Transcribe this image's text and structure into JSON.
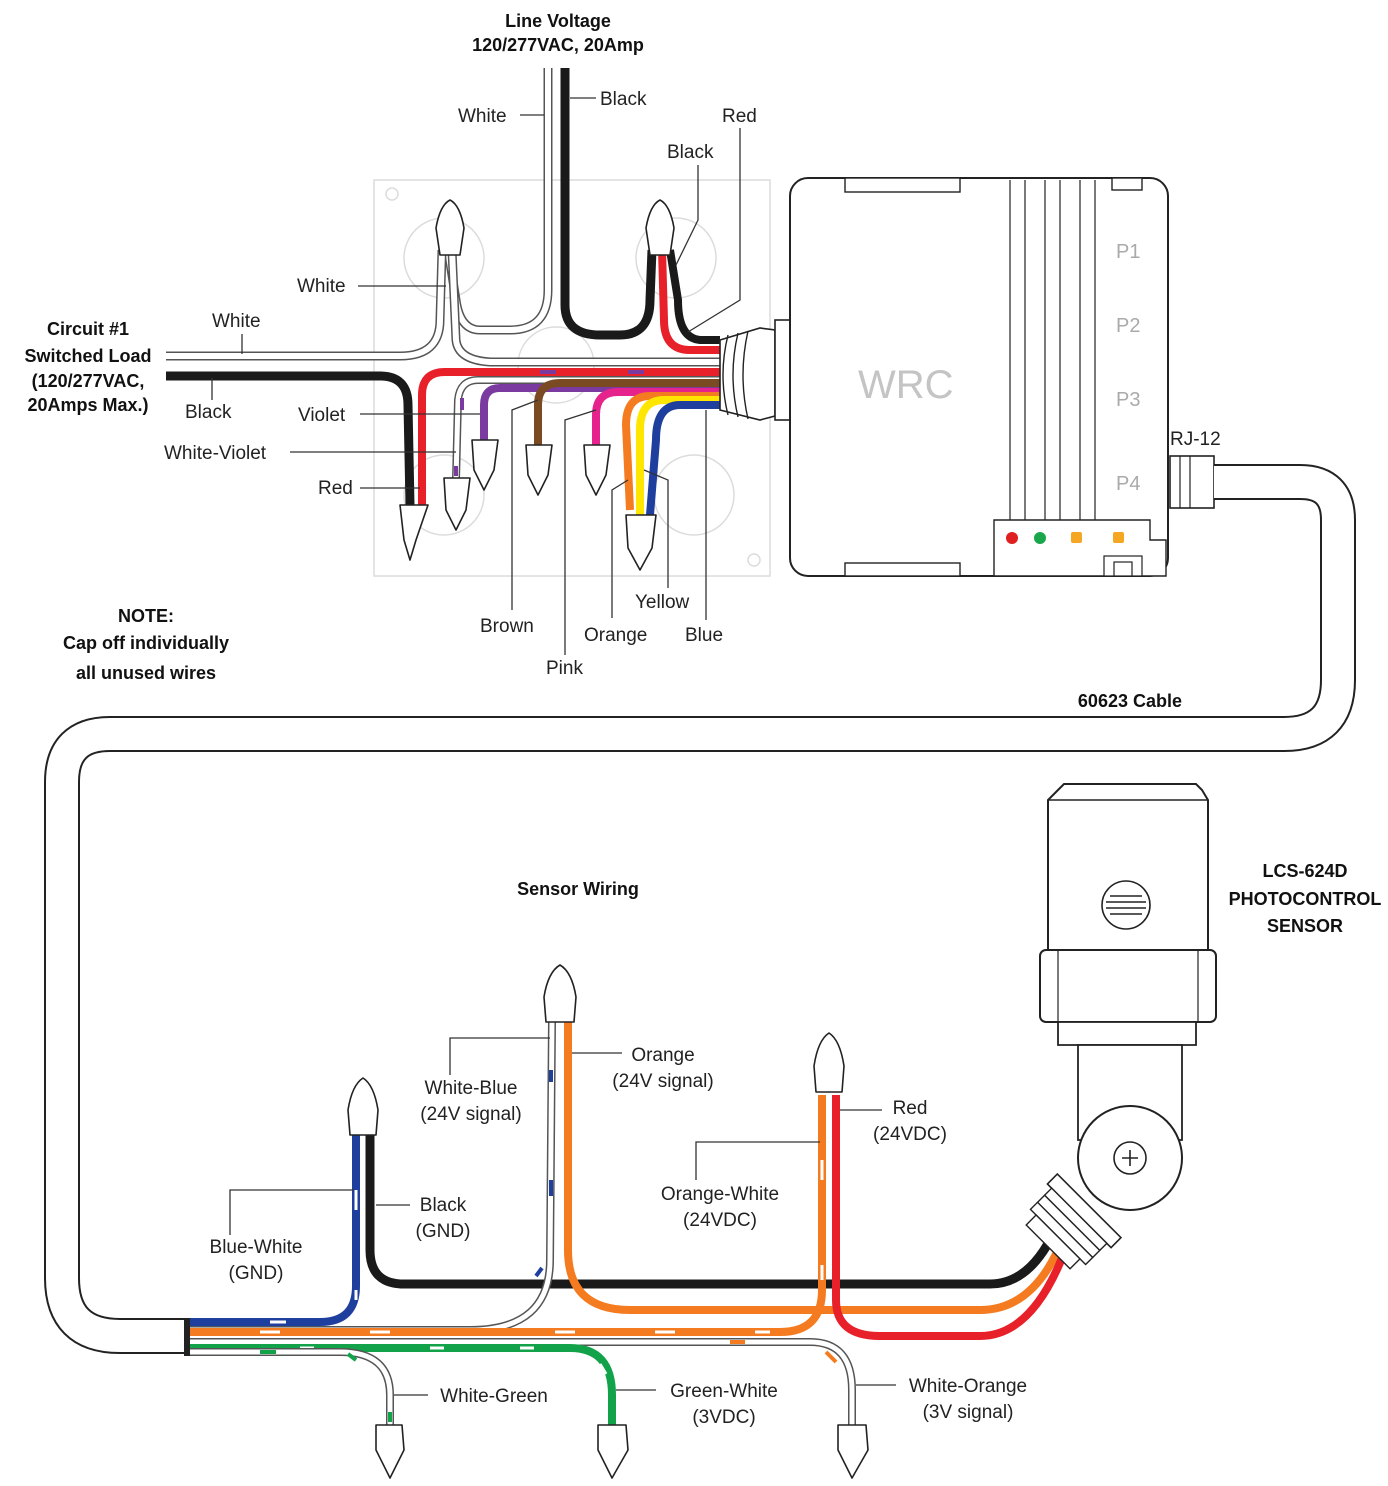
{
  "top": {
    "line_voltage_title": "Line Voltage",
    "line_voltage_spec": "120/277VAC, 20Amp"
  },
  "circuit": {
    "title": "Circuit #1",
    "line2": "Switched Load",
    "line3": "(120/277VAC,",
    "line4": "20Amps Max.)"
  },
  "note": {
    "title": "NOTE:",
    "line2": "Cap off individually",
    "line3": "all unused wires"
  },
  "box_labels": {
    "white_top": "White",
    "black_top": "Black",
    "red_top": "Red",
    "black_right": "Black",
    "white_mid": "White",
    "white_left": "White",
    "black_left": "Black",
    "violet": "Violet",
    "white_violet": "White-Violet",
    "red_left": "Red",
    "brown": "Brown",
    "pink": "Pink",
    "orange": "Orange",
    "yellow": "Yellow",
    "blue": "Blue"
  },
  "wrc": {
    "name": "WRC",
    "ports": [
      "P1",
      "P2",
      "P3",
      "P4"
    ],
    "rj12": "RJ-12",
    "leds": [
      "#e02020",
      "#1aa64a",
      "#f5a623",
      "#f5a623"
    ]
  },
  "cable": {
    "label": "60623 Cable"
  },
  "sensor_section": {
    "title": "Sensor Wiring"
  },
  "sensor": {
    "line1": "LCS-624D",
    "line2": "PHOTOCONTROL",
    "line3": "SENSOR"
  },
  "sensor_wires": {
    "white_blue": "White-Blue",
    "white_blue_note": "(24V signal)",
    "orange": "Orange",
    "orange_note": "(24V signal)",
    "red": "Red",
    "red_note": "(24VDC)",
    "orange_white": "Orange-White",
    "orange_white_note": "(24VDC)",
    "black": "Black",
    "black_note": "(GND)",
    "blue_white": "Blue-White",
    "blue_white_note": "(GND)",
    "white_green": "White-Green",
    "green_white": "Green-White",
    "green_white_note": "(3VDC)",
    "white_orange": "White-Orange",
    "white_orange_note": "(3V signal)"
  },
  "colors": {
    "red": "#e8202a",
    "orange": "#f47b20",
    "yellow": "#ffe600",
    "blue": "#1f3f9f",
    "violet": "#7a3aa0",
    "brown": "#7a4b22",
    "pink": "#e6238c",
    "green": "#12a24a",
    "black": "#1a1a1a"
  }
}
